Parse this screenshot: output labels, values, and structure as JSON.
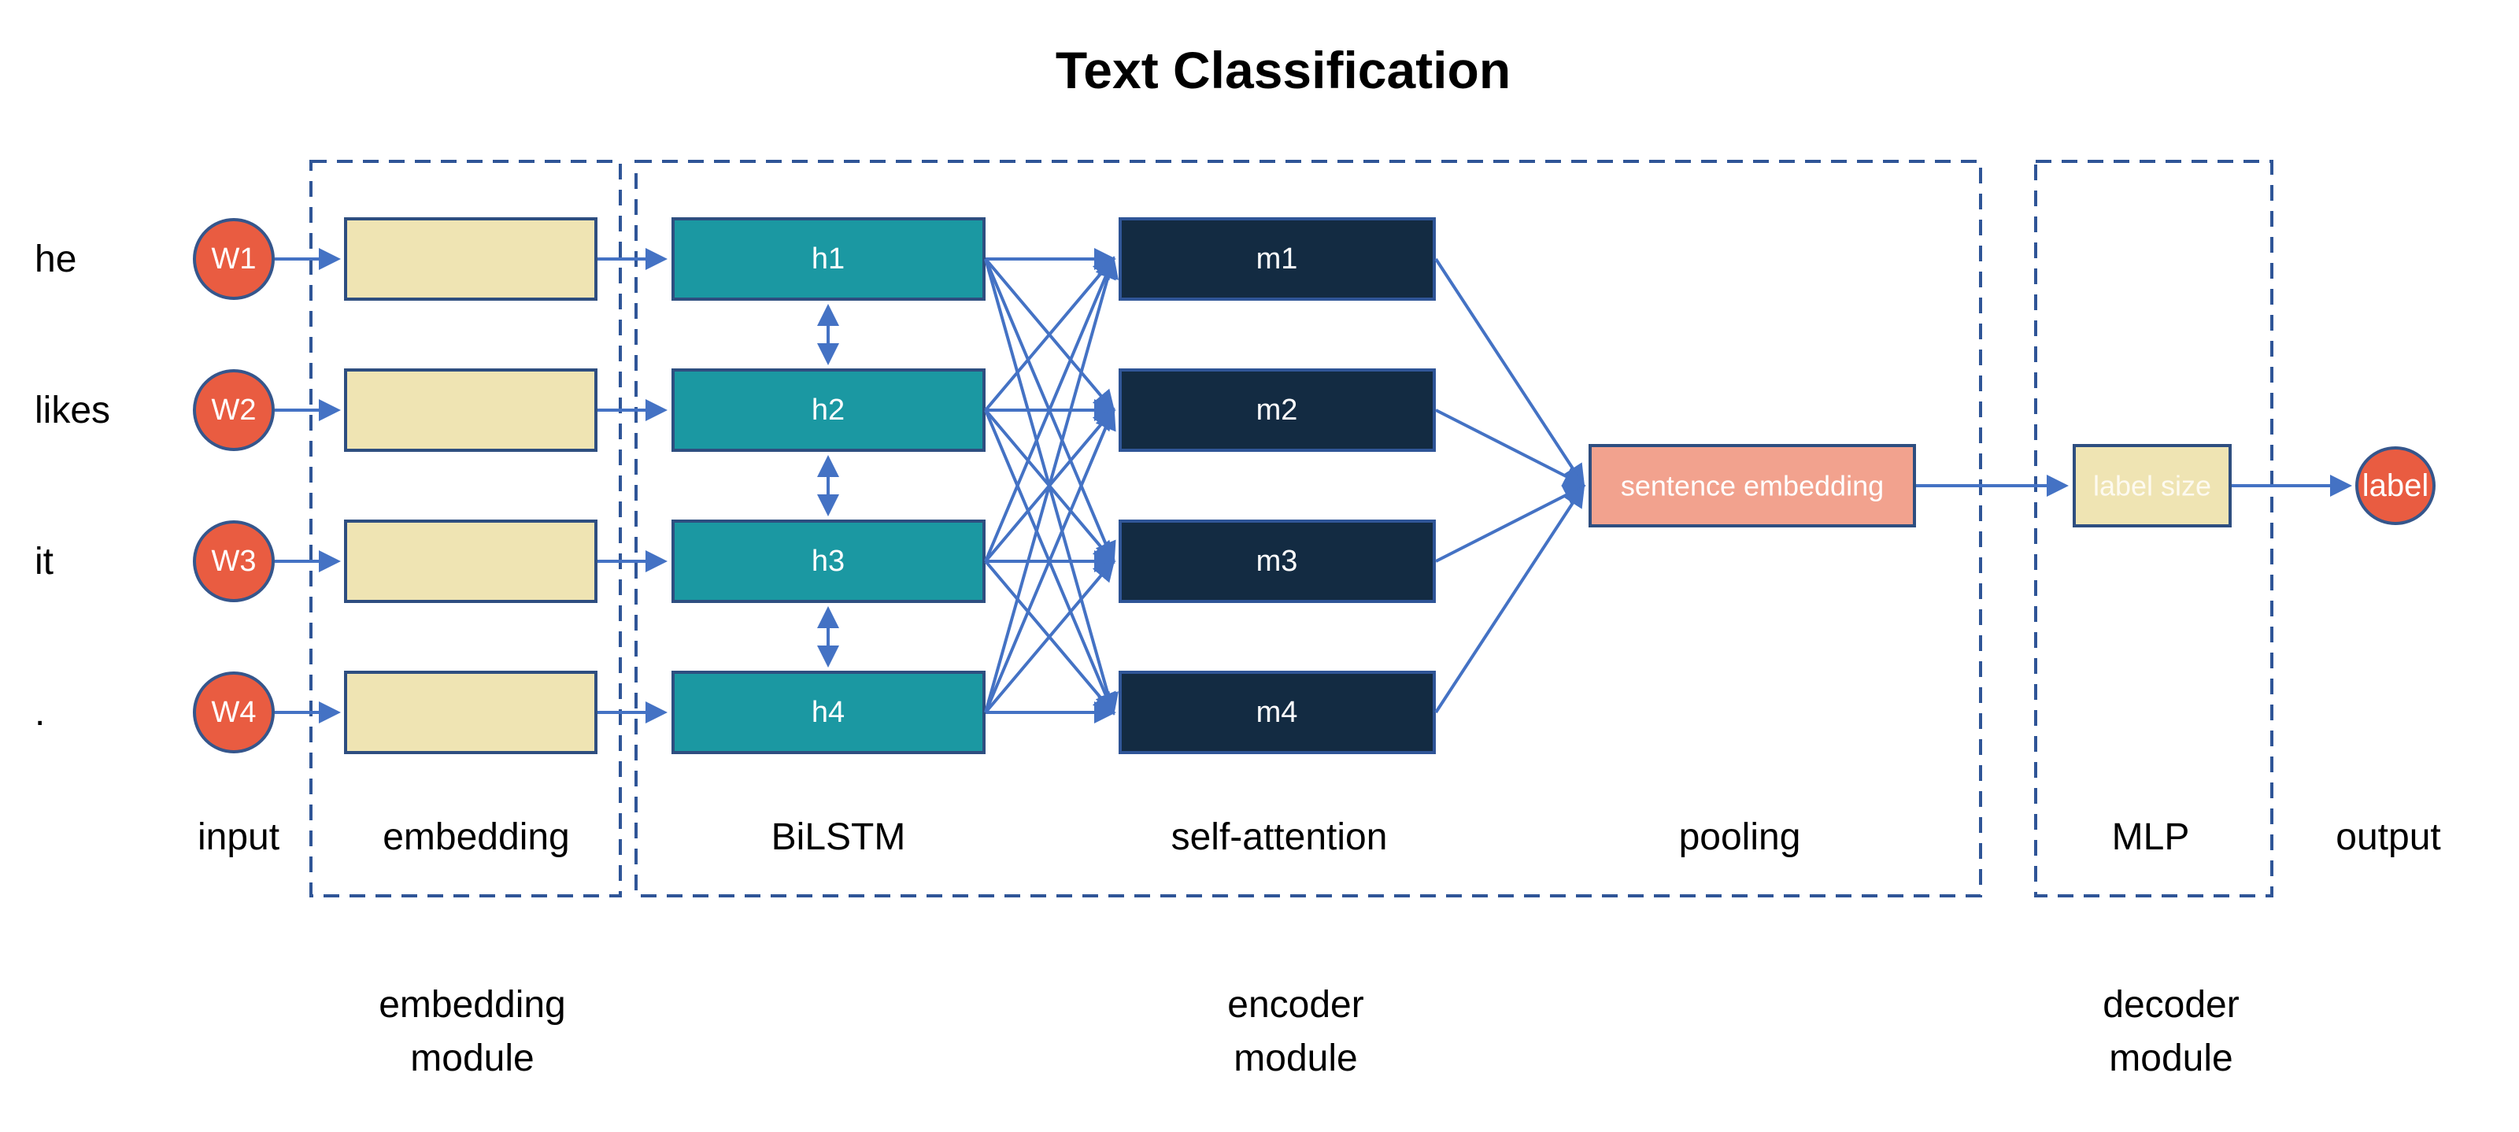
{
  "title": "Text Classification",
  "rows": [
    {
      "word": "he",
      "w_label": "W1",
      "h_label": "h1",
      "m_label": "m1"
    },
    {
      "word": "likes",
      "w_label": "W2",
      "h_label": "h2",
      "m_label": "m2"
    },
    {
      "word": "it",
      "w_label": "W3",
      "h_label": "h3",
      "m_label": "m3"
    },
    {
      "word": ".",
      "w_label": "W4",
      "h_label": "h4",
      "m_label": "m4"
    }
  ],
  "boxes": {
    "sentence_embedding": "sentence embedding",
    "label_size": "label size",
    "output_label": "label"
  },
  "stage_labels": {
    "input": "input",
    "embedding": "embedding",
    "bilstm": "BiLSTM",
    "self_attention": "self-attention",
    "pooling": "pooling",
    "mlp": "MLP",
    "output": "output"
  },
  "module_labels": {
    "embedding": {
      "line1": "embedding",
      "line2": "module"
    },
    "encoder": {
      "line1": "encoder",
      "line2": "module"
    },
    "decoder": {
      "line1": "decoder",
      "line2": "module"
    }
  },
  "colors": {
    "arrow_blue": "#4472C4",
    "dashed_border": "#2F5597",
    "teal": "#1B98A2",
    "dark_navy": "#132B42",
    "cream": "#EFE4B3",
    "salmon": "#F2A28E",
    "orange": "#E95C41",
    "border_navy": "#2E4E80"
  }
}
